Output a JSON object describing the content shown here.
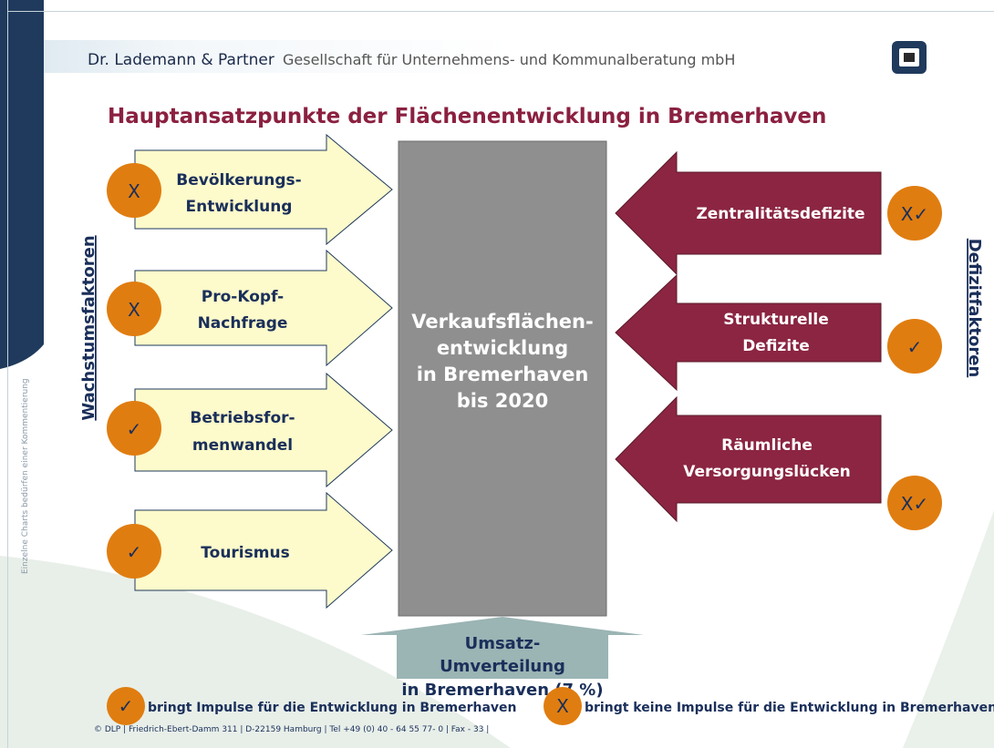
{
  "header": {
    "company_name": "Dr. Lademann & Partner",
    "company_rest": "Gesellschaft für Unternehmens- und Kommunalberatung mbH"
  },
  "title": "Hauptansatzpunkte der Flächenentwicklung in Bremerhaven",
  "left_label": "Wachstumsfaktoren",
  "right_label": "Defizitfaktoren",
  "side_note": "Einzelne Charts bedürfen einer Kommentierung",
  "growth_factors": [
    {
      "line1": "Bevölkerungs-",
      "line2": "Entwicklung",
      "badge": "X"
    },
    {
      "line1": "Pro-Kopf-",
      "line2": "Nachfrage",
      "badge": "X"
    },
    {
      "line1": "Betriebsfor-",
      "line2": "menwandel",
      "badge": "✓"
    },
    {
      "line1": "Tourismus",
      "line2": "",
      "badge": "✓"
    }
  ],
  "deficit_factors": [
    {
      "line1": "Zentralitätsdefizite",
      "line2": "",
      "badge": "X✓"
    },
    {
      "line1": "Strukturelle",
      "line2": "Defizite",
      "badge": "✓"
    },
    {
      "line1": "Räumliche",
      "line2": "Versorgungslücken",
      "badge": "X✓"
    }
  ],
  "center": {
    "line1": "Verkaufsflächen-",
    "line2": "entwicklung",
    "line3": "in Bremerhaven",
    "line4": "bis 2020"
  },
  "bottom": {
    "line1": "Umsatz-",
    "line2": "Umverteilung",
    "line3": "in Bremerhaven (7 %)"
  },
  "legend": {
    "check_symbol": "✓",
    "check_text": "bringt Impulse für die Entwicklung in Bremerhaven",
    "x_symbol": "X",
    "x_text": "bringt keine Impulse für die Entwicklung in Bremerhaven"
  },
  "footer": "© DLP | Friedrich-Ebert-Damm 311 | D-22159 Hamburg | Tel +49 (0) 40 - 64 55 77- 0 | Fax  - 33 |",
  "colors": {
    "growth_fill": "#fdfacb",
    "deficit_fill": "#8b2542",
    "center_fill": "#8f8f8f",
    "bottom_fill": "#9bb4b4",
    "badge_fill": "#e07d10",
    "title": "#8b2040",
    "navy": "#1f3a5c"
  }
}
